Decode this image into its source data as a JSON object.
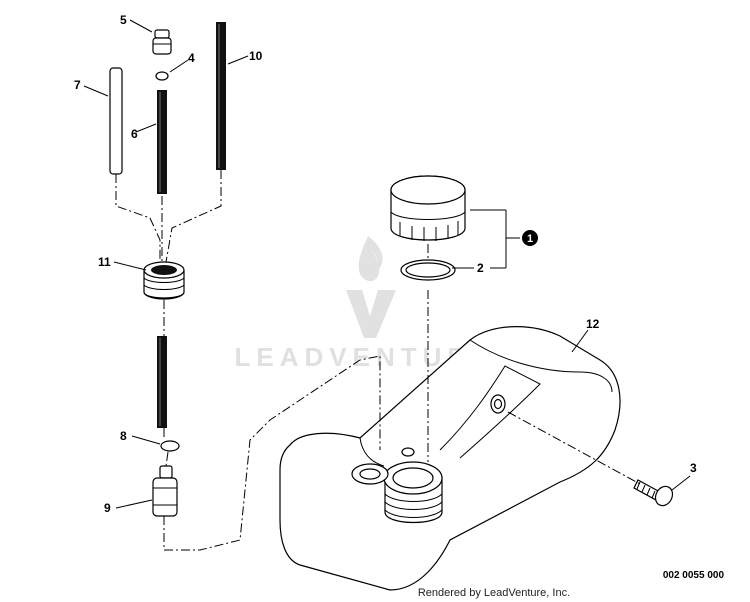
{
  "callouts": {
    "c1": "1",
    "c2": "2",
    "c3": "3",
    "c4": "4",
    "c5": "5",
    "c6": "6",
    "c7": "7",
    "c8": "8",
    "c9": "9",
    "c10": "10",
    "c11": "11",
    "c12": "12"
  },
  "watermark": {
    "text": "LEADVENTURE"
  },
  "footer": {
    "credit": "Rendered by LeadVenture, Inc.",
    "drawing_number": "002 0055 000"
  }
}
